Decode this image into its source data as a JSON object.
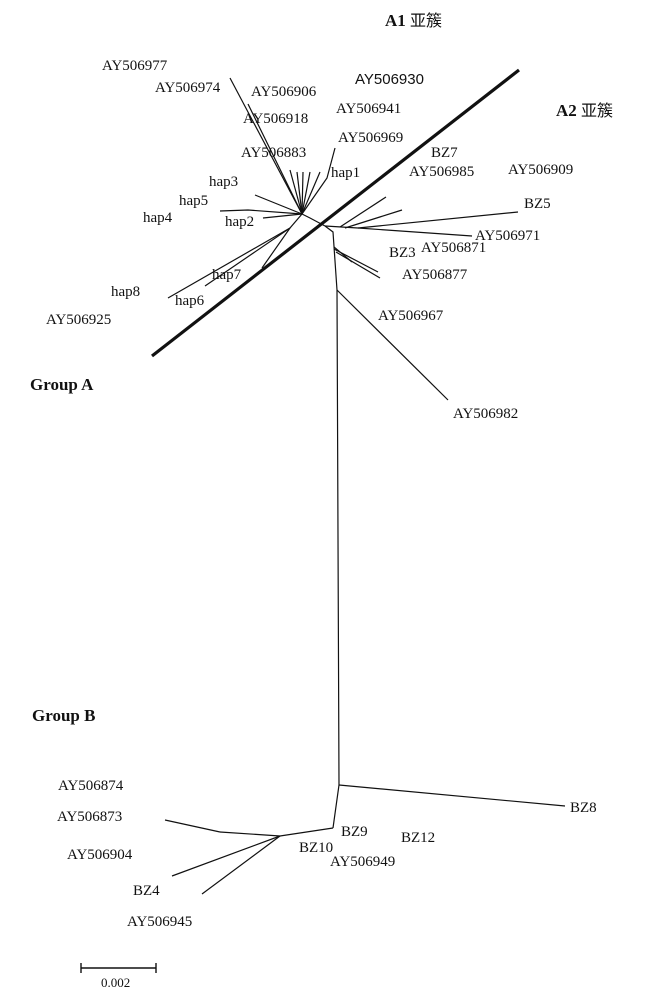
{
  "headings": {
    "a1_prefix": "A1",
    "a1_suffix": "亚簇",
    "a2_prefix": "A2",
    "a2_suffix": "亚簇",
    "group_a": "Group A",
    "group_b": "Group B"
  },
  "taxa": {
    "AY506977": "AY506977",
    "AY506974": "AY506974",
    "AY506906": "AY506906",
    "AY506930": "AY506930",
    "AY506918": "AY506918",
    "AY506941": "AY506941",
    "AY506969": "AY506969",
    "AY506883": "AY506883",
    "hap1": "hap1",
    "hap3": "hap3",
    "hap5": "hap5",
    "hap4": "hap4",
    "hap2": "hap2",
    "hap7": "hap7",
    "hap8": "hap8",
    "hap6": "hap6",
    "AY506925": "AY506925",
    "BZ7": "BZ7",
    "AY506985": "AY506985",
    "AY506909": "AY506909",
    "BZ5": "BZ5",
    "AY506971": "AY506971",
    "BZ3": "BZ3",
    "AY506871": "AY506871",
    "AY506877": "AY506877",
    "AY506967": "AY506967",
    "AY506982": "AY506982",
    "AY506874": "AY506874",
    "AY506873": "AY506873",
    "AY506904": "AY506904",
    "BZ4": "BZ4",
    "AY506945": "AY506945",
    "BZ9": "BZ9",
    "BZ10": "BZ10",
    "AY506949": "AY506949",
    "BZ12": "BZ12",
    "BZ8": "BZ8"
  },
  "scale_bar": {
    "label": "0.002"
  }
}
